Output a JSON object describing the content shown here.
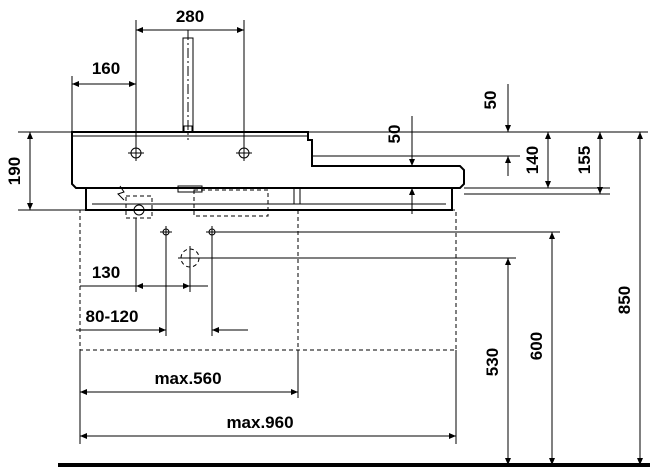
{
  "dimensions": {
    "faucet_spacing": "280",
    "left_offset": "160",
    "basin_height": "190",
    "top_rim": "50",
    "step_depth": "50",
    "depth_140": "140",
    "depth_155": "155",
    "height_850": "850",
    "height_600": "600",
    "height_530": "530",
    "drain_offset": "130",
    "trap_range": "80-120",
    "max_width_560": "max.560",
    "max_width_960": "max.960"
  },
  "colors": {
    "line": "#000000",
    "background": "#ffffff"
  }
}
